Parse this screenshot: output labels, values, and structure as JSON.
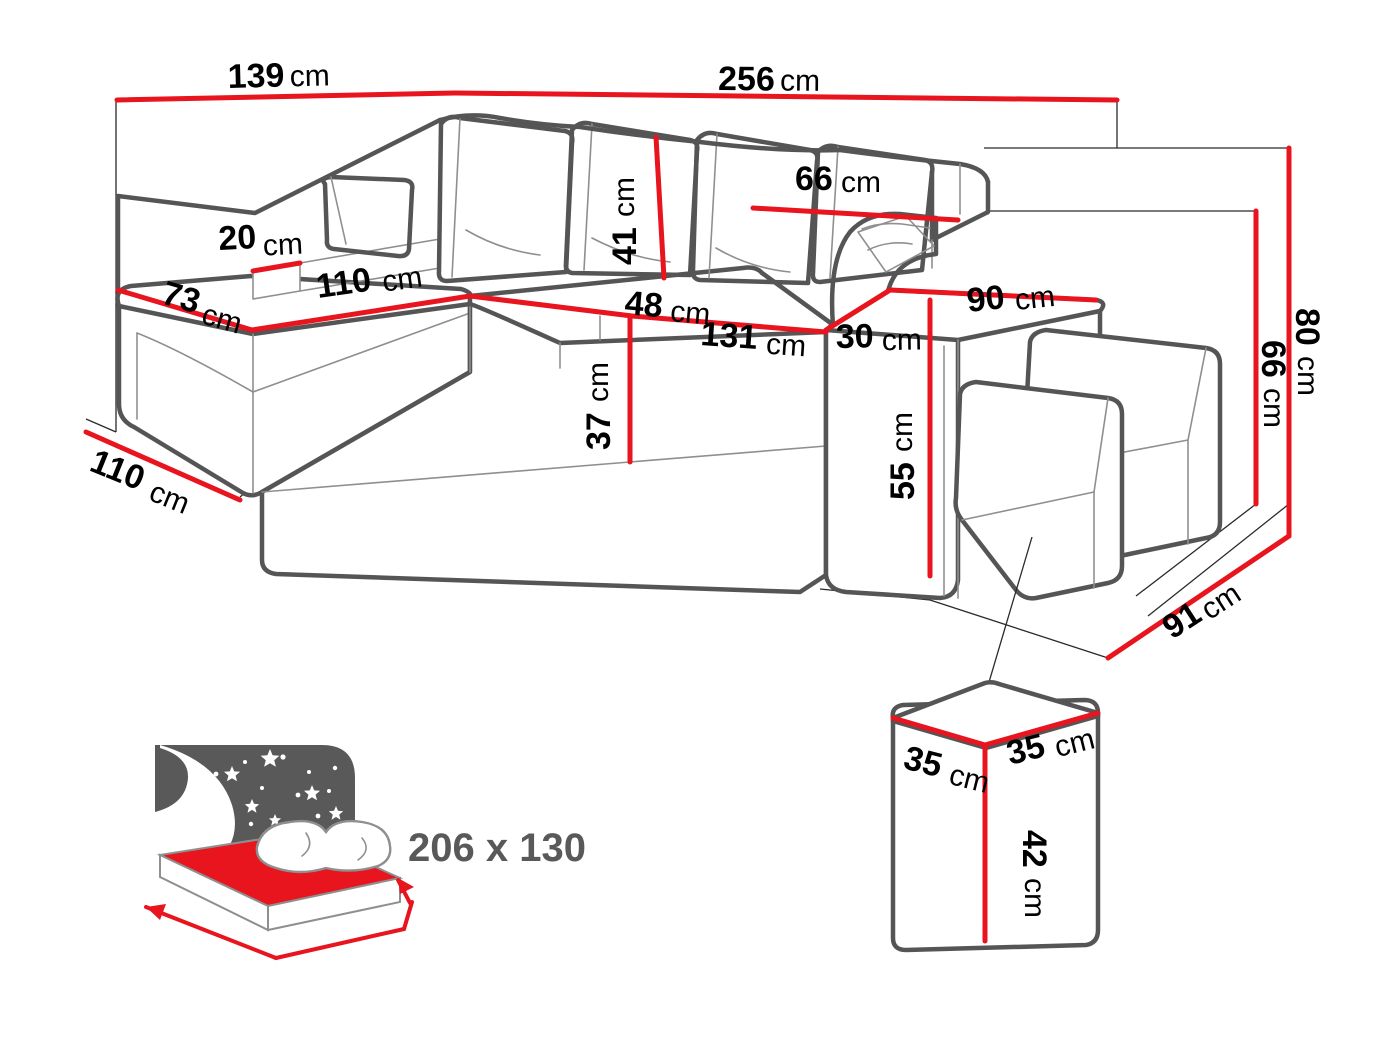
{
  "diagram": {
    "title": "Corner sofa bed dimension diagram",
    "colors": {
      "dimension_red": "#e8141e",
      "outline_gray": "#555555",
      "detail_gray": "#9a9a9a",
      "label_gray": "#595959",
      "text_black": "#000000",
      "background": "#ffffff"
    },
    "unit_suffix": "cm"
  },
  "dimensions": {
    "backrest_width_left": {
      "value": "139",
      "unit": "cm",
      "name": "left-section-back-width"
    },
    "overall_width": {
      "value": "256",
      "unit": "cm",
      "name": "overall-width"
    },
    "armrest_ledge_height": {
      "value": "20",
      "unit": "cm",
      "name": "left-armrest-ledge"
    },
    "left_seat_depth_side": {
      "value": "73",
      "unit": "cm",
      "name": "chaise-seat-side"
    },
    "left_seat_length": {
      "value": "110",
      "unit": "cm",
      "name": "chaise-seat-length"
    },
    "chaise_depth": {
      "value": "110",
      "unit": "cm",
      "name": "chaise-depth"
    },
    "cushion_height": {
      "value": "41",
      "unit": "cm",
      "name": "back-cushion-height"
    },
    "cushion_width": {
      "value": "66",
      "unit": "cm",
      "name": "back-cushion-width"
    },
    "seat_depth": {
      "value": "48",
      "unit": "cm",
      "name": "seat-depth"
    },
    "seat_length_main": {
      "value": "131",
      "unit": "cm",
      "name": "main-seat-length"
    },
    "seat_height": {
      "value": "37",
      "unit": "cm",
      "name": "seat-height"
    },
    "armrest_width_right": {
      "value": "30",
      "unit": "cm",
      "name": "right-armrest-width"
    },
    "armrest_depth_right": {
      "value": "90",
      "unit": "cm",
      "name": "right-armrest-depth"
    },
    "armrest_height_right": {
      "value": "55",
      "unit": "cm",
      "name": "right-armrest-height"
    },
    "backrest_height": {
      "value": "66",
      "unit": "cm",
      "name": "backrest-height"
    },
    "total_height": {
      "value": "80",
      "unit": "cm",
      "name": "total-height"
    },
    "right_depth": {
      "value": "91",
      "unit": "cm",
      "name": "right-section-depth"
    }
  },
  "pouffe": {
    "label": "pouffe-detail",
    "width": {
      "value": "35",
      "unit": "cm"
    },
    "depth": {
      "value": "35",
      "unit": "cm"
    },
    "height": {
      "value": "42",
      "unit": "cm"
    }
  },
  "sleeping_area": {
    "label": "206 x 130",
    "icon": "bed-with-starry-night-icon"
  }
}
